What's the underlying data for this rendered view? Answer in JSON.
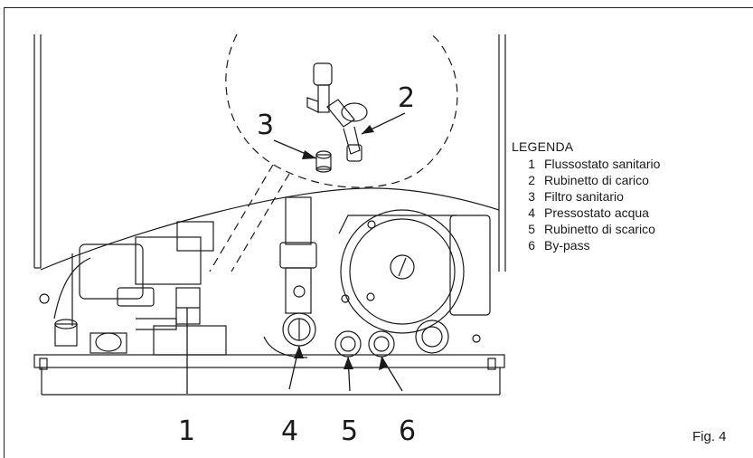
{
  "callouts": {
    "c1": "1",
    "c2": "2",
    "c3": "3",
    "c4": "4",
    "c5": "5",
    "c6": "6"
  },
  "legend": {
    "title": "LEGENDA",
    "items": [
      {
        "num": "1",
        "label": "Flussostato sanitario"
      },
      {
        "num": "2",
        "label": "Rubinetto di carico"
      },
      {
        "num": "3",
        "label": "Filtro sanitario"
      },
      {
        "num": "4",
        "label": "Pressostato acqua"
      },
      {
        "num": "5",
        "label": "Rubinetto di scarico"
      },
      {
        "num": "6",
        "label": "By-pass"
      }
    ]
  },
  "figure": {
    "label": "Fig. 4"
  }
}
